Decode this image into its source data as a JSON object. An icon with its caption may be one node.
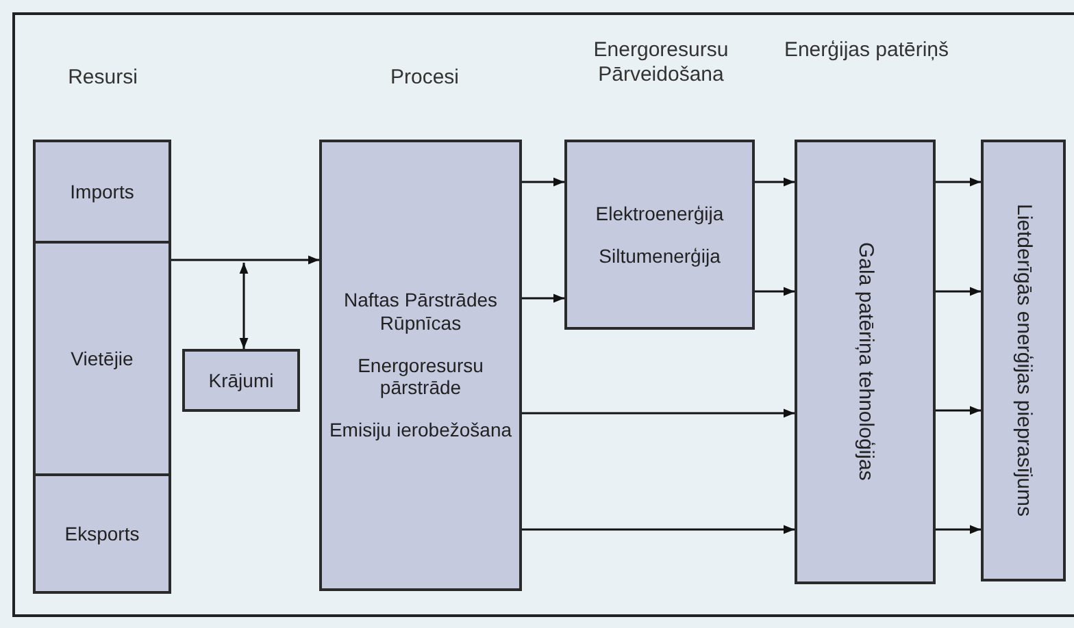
{
  "diagram": {
    "nodes": [
      {
        "text": [
          "Imports"
        ]
      },
      {
        "text": [
          "Vietējie"
        ]
      },
      {
        "text": [
          "Eksports"
        ]
      },
      {
        "text": [
          "Krājumi"
        ]
      },
      {
        "text": [
          "Naftas Pārstrādes Rūpnīcas",
          "Energoresursu pārstrāde",
          "Emisiju ierobežošana"
        ]
      },
      {
        "text": [
          "Elektroenerģija",
          "Siltumenerģija"
        ]
      },
      {
        "text": [
          "Gala patēriņa tehnoloģijas"
        ]
      },
      {
        "text": [
          "Lietderīgās enerģijas pieprasījums"
        ]
      }
    ],
    "edges": [
      {
        "from": 1,
        "to": 4,
        "arrow": "to"
      },
      {
        "from": 3,
        "to": null,
        "arrow": "both"
      },
      {
        "from": 4,
        "to": 5,
        "arrow": "to"
      },
      {
        "from": 4,
        "to": 5,
        "arrow": "to"
      },
      {
        "from": 5,
        "to": 6,
        "arrow": "to"
      },
      {
        "from": 5,
        "to": 6,
        "arrow": "to"
      },
      {
        "from": 4,
        "to": 6,
        "arrow": "to"
      },
      {
        "from": 4,
        "to": 6,
        "arrow": "to"
      },
      {
        "from": 6,
        "to": 7,
        "arrow": "to"
      },
      {
        "from": 6,
        "to": 7,
        "arrow": "to"
      },
      {
        "from": 6,
        "to": 7,
        "arrow": "to"
      },
      {
        "from": 6,
        "to": 7,
        "arrow": "to"
      }
    ],
    "labels": [
      "Resursi",
      "Procesi",
      "Energoresursu Pārveidošana",
      "Enerģijas patēriņš"
    ]
  }
}
